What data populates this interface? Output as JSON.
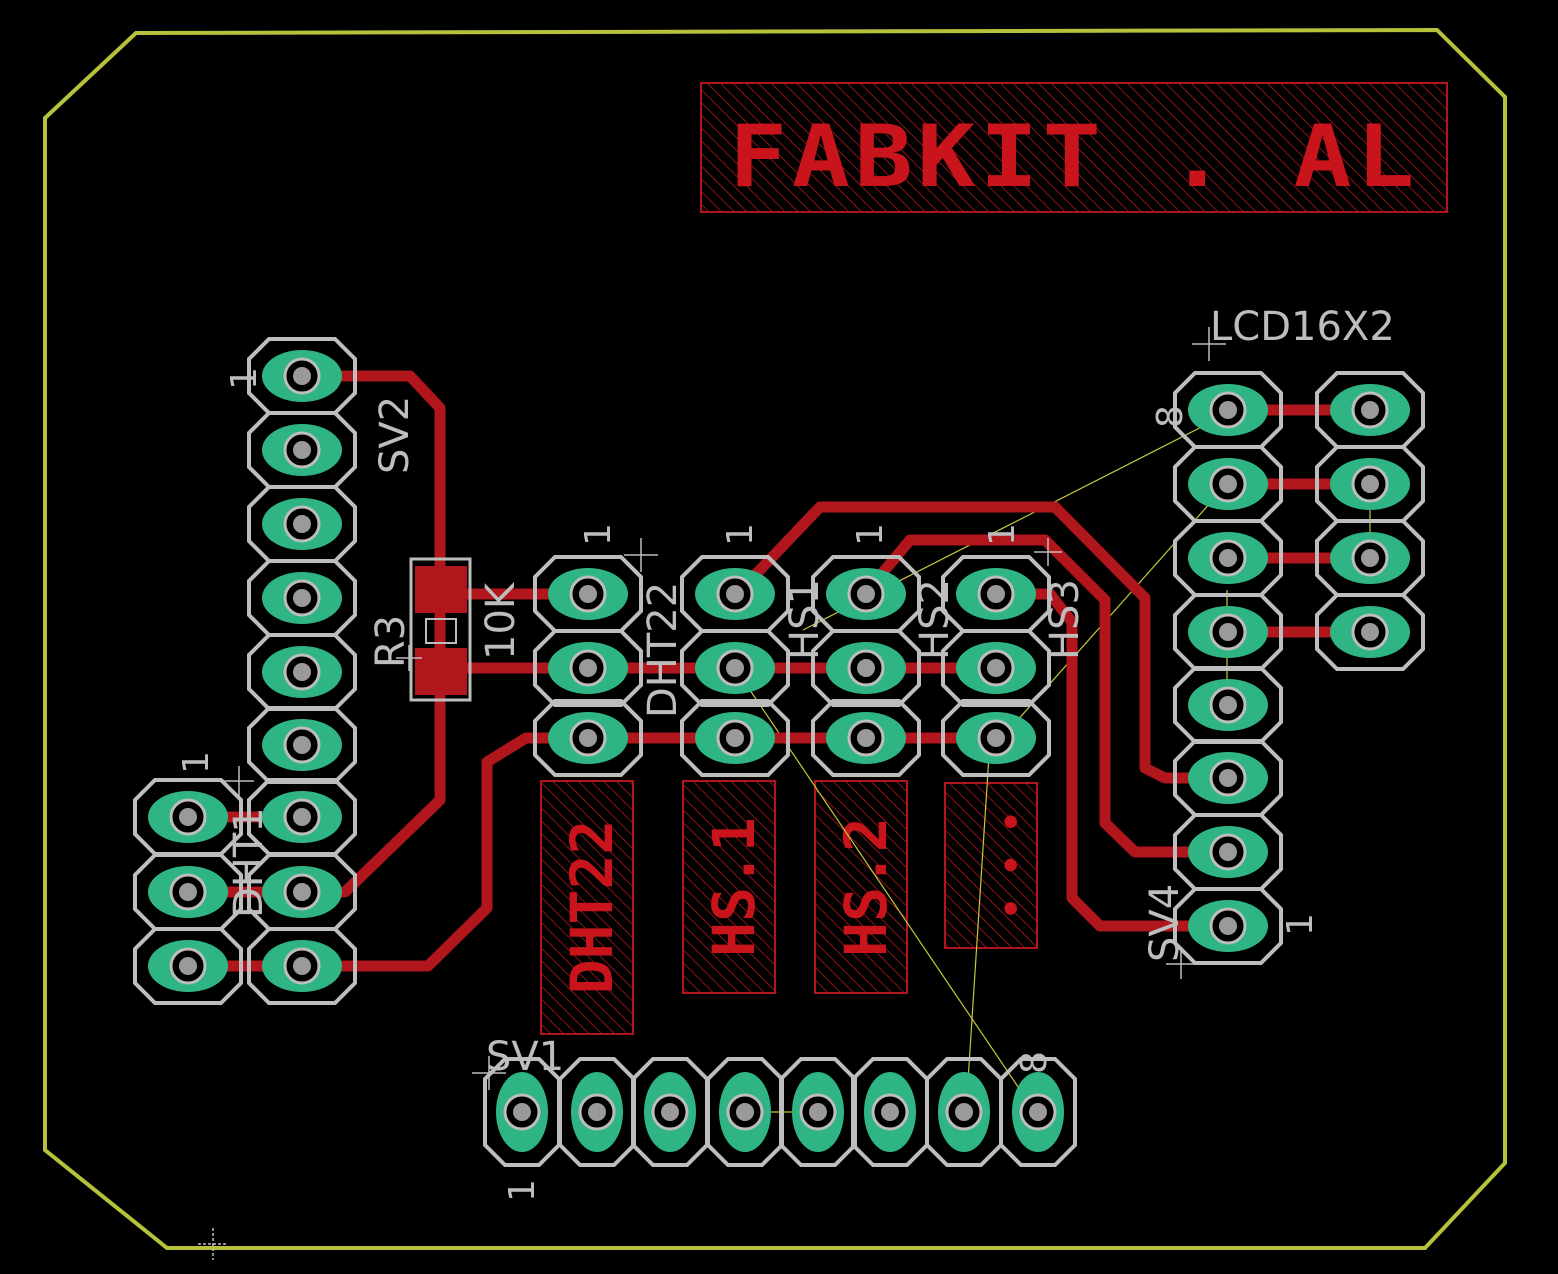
{
  "colors": {
    "background": "#000000",
    "outline": "#b5c23a",
    "copper": "#b0161c",
    "copper_text": "#c8141a",
    "pad_ring": "#bdbdbd",
    "pad_fill": "#2fb583",
    "drill": "#9a9a9a",
    "silk": "#bdbdbd",
    "airwire": "#c8c83a"
  },
  "logo": {
    "text": "FABKIT . AL"
  },
  "labels": {
    "lcd": "LCD16X2",
    "sv1": "SV1",
    "sv2": "SV2",
    "sv4": "SV4",
    "dht22": "DHT22",
    "hs1": "HS1",
    "hs2": "HS2",
    "hs3": "HS3",
    "dht1": "DHT1",
    "r3": "R3",
    "r3_value": "10K",
    "pin_1": "1",
    "pin_8": "8"
  },
  "copper_blocks": {
    "dht22": "DHT22",
    "hs1": "HS.1",
    "hs2": "HS.2",
    "hs3_dots": "• • •"
  }
}
